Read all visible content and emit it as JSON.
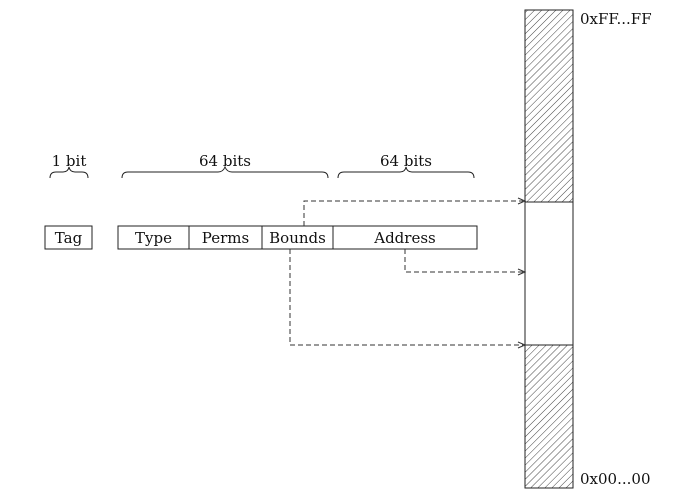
{
  "braces": {
    "tag_width": "1 bit",
    "meta_width": "64 bits",
    "address_width": "64 bits"
  },
  "fields": {
    "tag": "Tag",
    "type": "Type",
    "perms": "Perms",
    "bounds": "Bounds",
    "address": "Address"
  },
  "memory": {
    "top_address": "0xFF...FF",
    "bottom_address": "0x00...00"
  }
}
